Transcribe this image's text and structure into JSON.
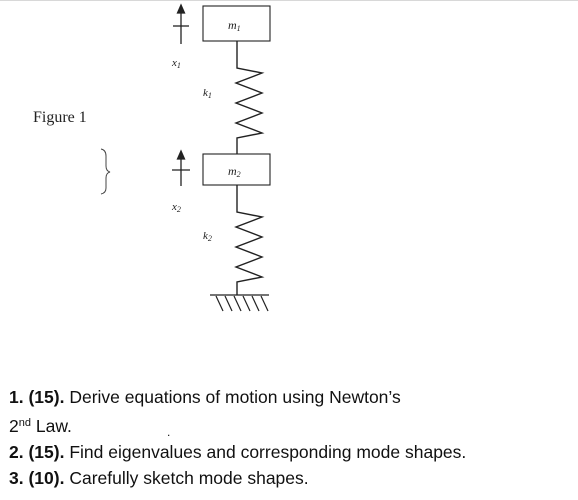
{
  "figure": {
    "label": "Figure 1",
    "mass1": "m",
    "mass1_sub": "1",
    "mass2": "m",
    "mass2_sub": "2",
    "x1": "x",
    "x1_sub": "1",
    "x2": "x",
    "x2_sub": "2",
    "k1": "k",
    "k1_sub": "1",
    "k2": "k",
    "k2_sub": "2"
  },
  "problems": [
    {
      "num": "1",
      "points": "(15).",
      "text": "Derive equations of motion using Newton’s"
    },
    {
      "superscript_prefix": "2",
      "superscript": "nd",
      "text": "Law."
    },
    {
      "num": "2",
      "points": "(15).",
      "text": "Find eigenvalues and corresponding mode shapes."
    },
    {
      "num": "3",
      "points": "(10).",
      "text": "Carefully sketch mode shapes."
    }
  ]
}
